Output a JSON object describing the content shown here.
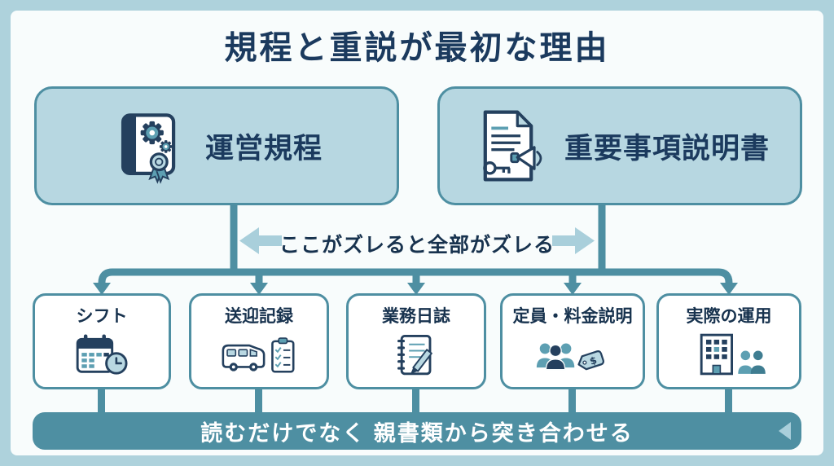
{
  "title": "規程と重説が最初な理由",
  "top_cards": [
    {
      "label": "運営規程",
      "icon": "book-gears-icon"
    },
    {
      "label": "重要事項説明書",
      "icon": "document-megaphone-icon"
    }
  ],
  "middle_label": "ここがズレると全部がズレる",
  "bottom_cards": [
    {
      "label": "シフト",
      "icon": "calendar-clock-icon"
    },
    {
      "label": "送迎記録",
      "icon": "van-checklist-icon"
    },
    {
      "label": "業務日誌",
      "icon": "notebook-pencil-icon"
    },
    {
      "label": "定員・料金説明",
      "icon": "people-pricetag-icon",
      "tag_symbol": "$"
    },
    {
      "label": "実際の運用",
      "icon": "building-people-icon"
    }
  ],
  "banner_text": "読むだけでなく 親書類から突き合わせる",
  "colors": {
    "frame": "#aed2dc",
    "background": "#f8fcfc",
    "title_text": "#1b3a5e",
    "card_fill": "#b7d7e1",
    "accent_teal": "#4e8fa2",
    "light_arrow": "#a9cfdb",
    "banner_fill": "#4e8fa2",
    "banner_text": "#ffffff",
    "icon_navy": "#24405e",
    "icon_teal": "#5d9fb2",
    "icon_light": "#b9d8e2"
  }
}
